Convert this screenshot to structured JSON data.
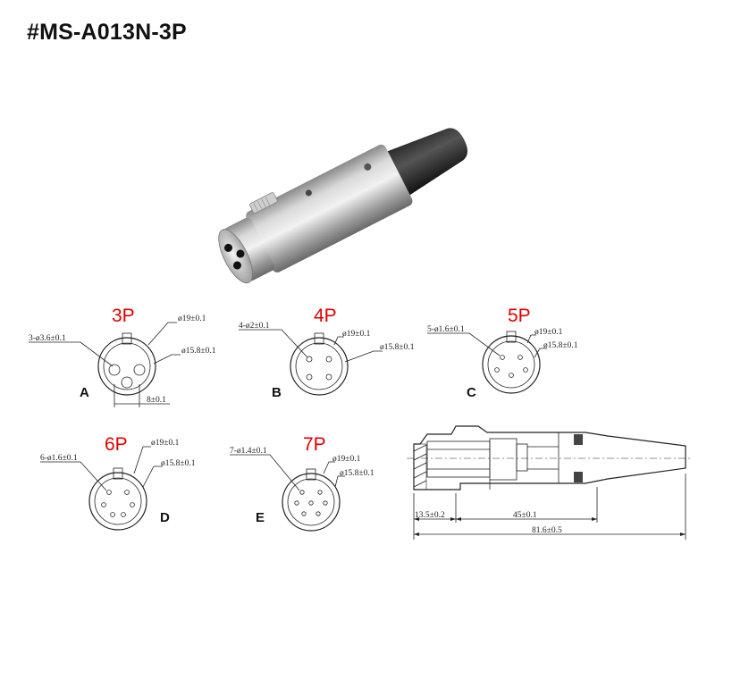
{
  "title": "#MS-A013N-3P",
  "views": [
    {
      "id": "A",
      "label": "3P",
      "letter": "A",
      "pin_spec": "3-ø3.6±0.1",
      "outer": "ø19±0.1",
      "inner": "ø15.8±0.1",
      "extra": "8±0.1"
    },
    {
      "id": "B",
      "label": "4P",
      "letter": "B",
      "pin_spec": "4-ø2±0.1",
      "outer": "ø19±0.1",
      "inner": "ø15.8±0.1"
    },
    {
      "id": "C",
      "label": "5P",
      "letter": "C",
      "pin_spec": "5-ø1.6±0.1",
      "outer": "ø19±0.1",
      "inner": "ø15.8±0.1"
    },
    {
      "id": "D",
      "label": "6P",
      "letter": "D",
      "pin_spec": "6-ø1.6±0.1",
      "outer": "ø19±0.1",
      "inner": "ø15.8±0.1"
    },
    {
      "id": "E",
      "label": "7P",
      "letter": "E",
      "pin_spec": "7-ø1.4±0.1",
      "outer": "ø19±0.1",
      "inner": "ø15.8±0.1"
    }
  ],
  "side_view": {
    "dim_front": "13.5±0.2",
    "dim_body": "45±0.1",
    "dim_total": "81.6±0.5"
  },
  "colors": {
    "accent": "#e00000",
    "line": "#222222"
  }
}
